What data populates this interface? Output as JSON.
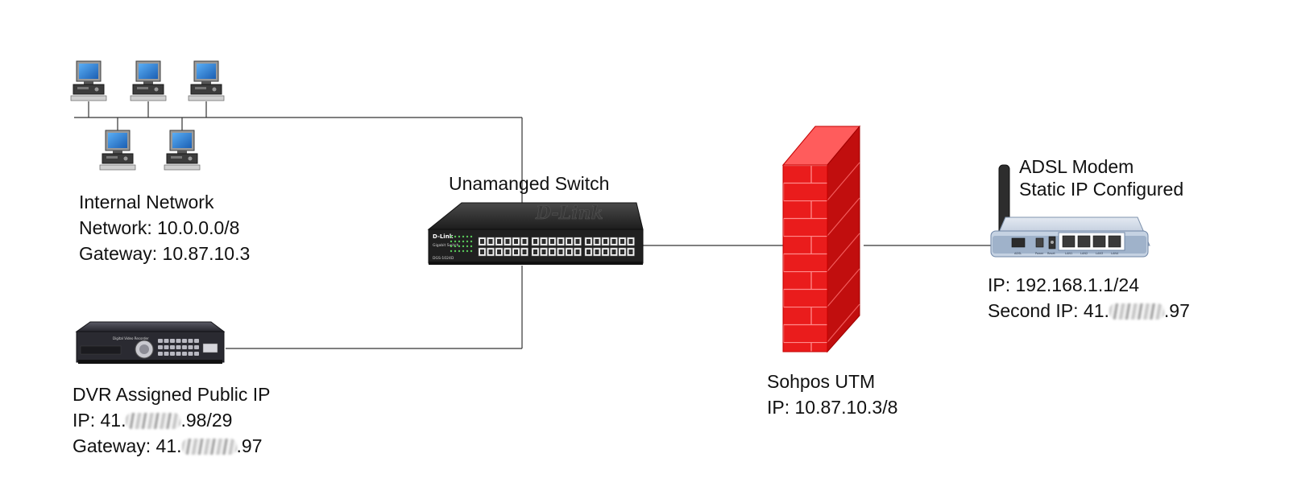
{
  "internal_network": {
    "title": "Internal Network",
    "network": "Network: 10.0.0.0/8",
    "gateway": "Gateway: 10.87.10.3"
  },
  "dvr": {
    "title": "DVR Assigned Public IP",
    "ip_prefix": "IP: 41.",
    "ip_suffix": ".98/29",
    "gateway_prefix": "Gateway: 41.",
    "gateway_suffix": ".97",
    "panel_text": "Digital Video Recorder"
  },
  "switch": {
    "title": "Unamanged Switch",
    "brand": "D-Link",
    "model": "DGS-1024D",
    "subtitle": "Gigabit Switch",
    "ports": 24
  },
  "firewall": {
    "title": "Sohpos UTM",
    "ip": "IP: 10.87.10.3/8",
    "color": "#e8171b"
  },
  "modem": {
    "title_line1": "ADSL Modem",
    "title_line2": "Static IP Configured",
    "ip": "IP: 192.168.1.1/24",
    "second_ip_prefix": "Second IP: 41.",
    "second_ip_suffix": ".97",
    "port_labels": [
      "ADSL",
      "Power",
      "Reset",
      "LAN1",
      "LAN2",
      "LAN3",
      "LAN4"
    ]
  },
  "colors": {
    "line": "#333333",
    "monitor_screen": "#2d82d8",
    "modem_body": "#c8d4e4"
  },
  "icons": [
    "workstation-icon",
    "dvr-icon",
    "switch-icon",
    "firewall-icon",
    "modem-icon"
  ]
}
